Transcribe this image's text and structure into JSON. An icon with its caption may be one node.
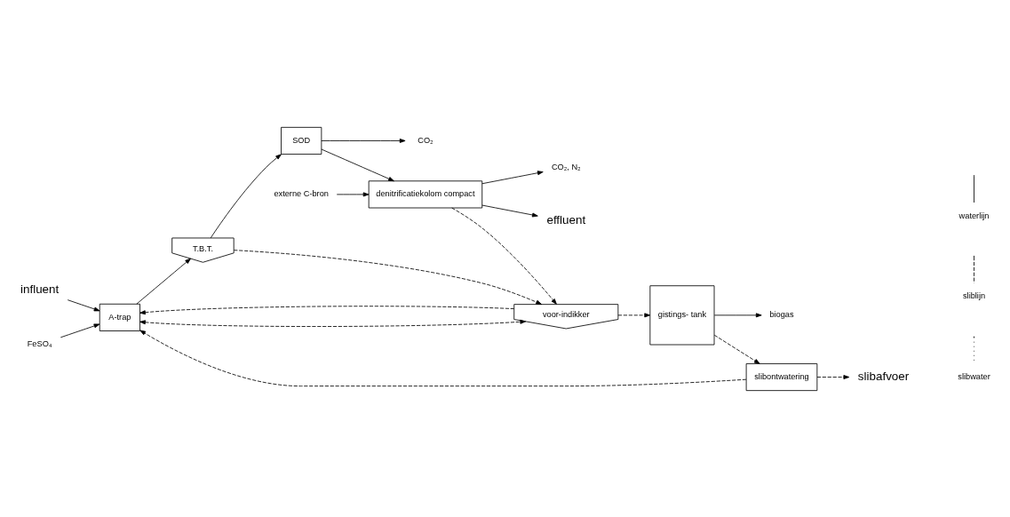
{
  "diagram": {
    "nodes": [
      {
        "text": [
          "influent"
        ]
      },
      {
        "text": [
          "FeSO₄"
        ]
      },
      {
        "text": [
          "A-trap"
        ]
      },
      {
        "text": [
          "T.B.T."
        ]
      },
      {
        "text": [
          "SOD"
        ]
      },
      {
        "text": [
          "CO₂"
        ]
      },
      {
        "text": [
          "externe C-bron"
        ]
      },
      {
        "text": [
          "denitrificatiekolom compact"
        ]
      },
      {
        "text": [
          "CO₂, N₂"
        ]
      },
      {
        "text": [
          "effluent"
        ]
      },
      {
        "text": [
          "voor-indikker"
        ]
      },
      {
        "text": [
          "gistings- tank"
        ]
      },
      {
        "text": [
          "slibontwatering"
        ]
      },
      {
        "text": [
          "slibafvoer"
        ]
      },
      {
        "text": [
          "biogas"
        ]
      }
    ],
    "edges": [
      {
        "from": 0,
        "to": 2,
        "arrow": "to"
      },
      {
        "from": 1,
        "to": 2,
        "arrow": "to"
      },
      {
        "from": 2,
        "to": 3,
        "arrow": "to"
      },
      {
        "from": 3,
        "to": 4,
        "arrow": "to"
      },
      {
        "from": 4,
        "to": 5,
        "arrow": "to"
      },
      {
        "from": 4,
        "to": 7,
        "arrow": "to"
      },
      {
        "from": 6,
        "to": 7,
        "arrow": "to"
      },
      {
        "from": 7,
        "to": 8,
        "arrow": "to"
      },
      {
        "from": 7,
        "to": 9,
        "arrow": "to"
      },
      {
        "from": 3,
        "to": 10,
        "arrow": "to",
        "style": "dashed"
      },
      {
        "from": 7,
        "to": 10,
        "arrow": "to",
        "style": "dashed"
      },
      {
        "from": 2,
        "to": 10,
        "arrow": "both",
        "style": "dashed"
      },
      {
        "from": 10,
        "to": 11,
        "arrow": "to",
        "style": "dashed"
      },
      {
        "from": 11,
        "to": 12,
        "arrow": "to",
        "style": "dashed"
      },
      {
        "from": 10,
        "to": 2,
        "arrow": "to",
        "style": "dashed"
      },
      {
        "from": 12,
        "to": 2,
        "arrow": "to",
        "style": "dashed"
      },
      {
        "from": 12,
        "to": 13,
        "arrow": "to",
        "style": "dashed"
      },
      {
        "from": 11,
        "to": 14,
        "arrow": "to"
      }
    ],
    "legend": [
      {
        "text": "waterlijn"
      },
      {
        "text": "sliblijn"
      },
      {
        "text": "slibwater"
      }
    ]
  }
}
